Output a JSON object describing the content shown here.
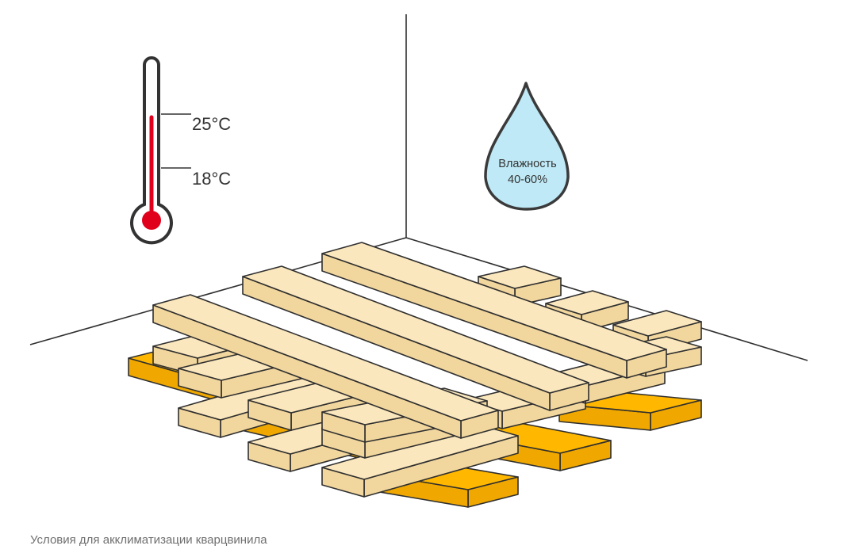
{
  "thermometer": {
    "max_label": "25°C",
    "min_label": "18°C"
  },
  "humidity": {
    "label": "Влажность",
    "value": "40-60%"
  },
  "caption": "Условия для акклиматизации кварцвинила",
  "colors": {
    "plank_top": "#fbe7bd",
    "plank_side": "#f1d69e",
    "plank_stroke": "#2f2f2f",
    "pallet_top": "#ffb700",
    "pallet_side": "#f0a800",
    "mercury": "#e0001b",
    "drop_fill": "#bfe9f6",
    "drop_stroke": "#3a3a3a",
    "wall_line": "#2f2f2f"
  }
}
